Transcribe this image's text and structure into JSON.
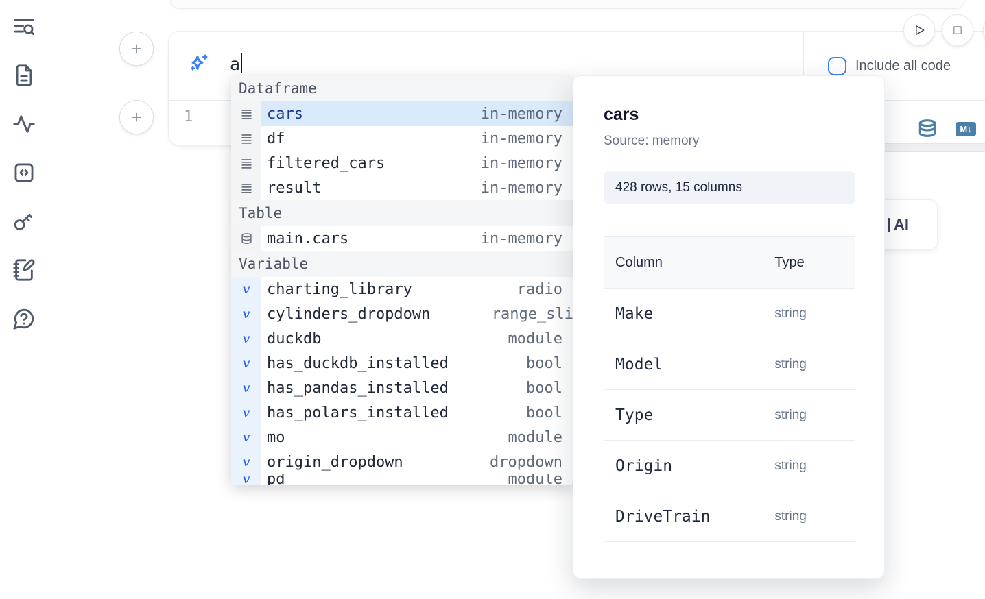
{
  "colors": {
    "accent": "#3b82f6",
    "selection_bg": "#d9eafc",
    "steel_blue": "#4a7fa8",
    "sidebar_icon": "#4f5b6b"
  },
  "sidebar": {
    "icons": [
      {
        "name": "toc-search-icon"
      },
      {
        "name": "file-text-icon"
      },
      {
        "name": "activity-icon"
      },
      {
        "name": "snippets-icon"
      },
      {
        "name": "key-icon"
      },
      {
        "name": "scratchpad-icon"
      },
      {
        "name": "help-icon"
      }
    ]
  },
  "toolbar": {
    "include_all_code_label": "Include all code"
  },
  "cell": {
    "prompt_value": "a",
    "line_number": "1",
    "ai_card_label": "AI"
  },
  "completion": {
    "headers": {
      "dataframe": "Dataframe",
      "table": "Table",
      "variable": "Variable"
    },
    "items": [
      {
        "label": "cars",
        "type": "in-memory"
      },
      {
        "label": "df",
        "type": "in-memory"
      },
      {
        "label": "filtered_cars",
        "type": "in-memory"
      },
      {
        "label": "result",
        "type": "in-memory"
      },
      {
        "label": "main.cars",
        "type": "in-memory"
      },
      {
        "label": "charting_library",
        "type": "radio"
      },
      {
        "label": "cylinders_dropdown",
        "type": "range_sli"
      },
      {
        "label": "duckdb",
        "type": "module"
      },
      {
        "label": "has_duckdb_installed",
        "type": "bool"
      },
      {
        "label": "has_pandas_installed",
        "type": "bool"
      },
      {
        "label": "has_polars_installed",
        "type": "bool"
      },
      {
        "label": "mo",
        "type": "module"
      },
      {
        "label": "origin_dropdown",
        "type": "dropdown"
      },
      {
        "label": "pd",
        "type": "module"
      }
    ]
  },
  "preview": {
    "title": "cars",
    "source": "Source: memory",
    "shape": "428 rows, 15 columns",
    "table": {
      "col_header": "Column",
      "type_header": "Type",
      "rows": [
        {
          "column": "Make",
          "type": "string"
        },
        {
          "column": "Model",
          "type": "string"
        },
        {
          "column": "Type",
          "type": "string"
        },
        {
          "column": "Origin",
          "type": "string"
        },
        {
          "column": "DriveTrain",
          "type": "string"
        }
      ]
    }
  }
}
